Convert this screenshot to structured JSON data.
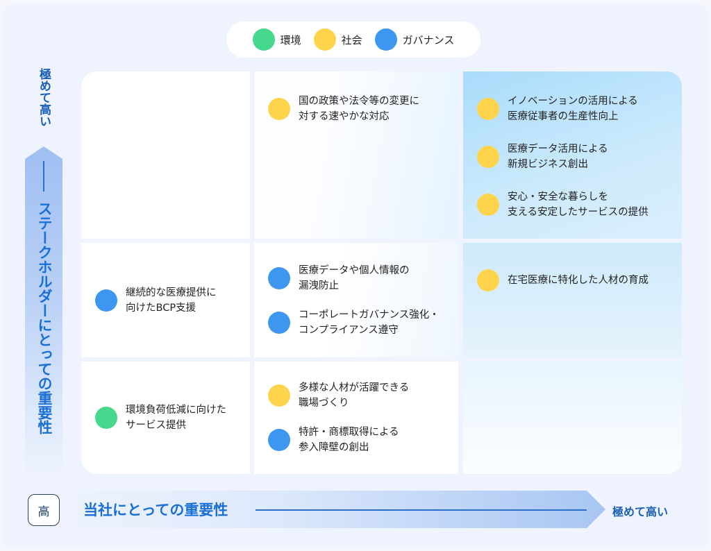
{
  "legend": {
    "items": [
      {
        "key": "env",
        "label": "環境",
        "color": "#46d88c"
      },
      {
        "key": "soc",
        "label": "社会",
        "color": "#ffd44d"
      },
      {
        "key": "gov",
        "label": "ガバナンス",
        "color": "#3d96f0"
      }
    ]
  },
  "y_axis": {
    "top_label": "極めて高い",
    "title": "ステークホルダーにとっての重要性"
  },
  "x_axis": {
    "start_label": "高",
    "title": "当社にとっての重要性",
    "end_label": "極めて高い"
  },
  "matrix": {
    "rows": 3,
    "cols": 3,
    "cells": {
      "r0c0": [],
      "r0c1": [
        {
          "category": "社会",
          "text": "国の政策や法令等の変更に\n対する速やかな対応"
        }
      ],
      "r0c2": [
        {
          "category": "社会",
          "text": "イノベーションの活用による\n医療従事者の生産性向上"
        },
        {
          "category": "社会",
          "text": "医療データ活用による\n新規ビジネス創出"
        },
        {
          "category": "社会",
          "text": "安心・安全な暮らしを\n支える安定したサービスの提供"
        }
      ],
      "r1c0": [
        {
          "category": "ガバナンス",
          "text": "継続的な医療提供に\n向けたBCP支援"
        }
      ],
      "r1c1": [
        {
          "category": "ガバナンス",
          "text": "医療データや個人情報の\n漏洩防止"
        },
        {
          "category": "ガバナンス",
          "text": "コーポレートガバナンス強化・\nコンプライアンス遵守"
        }
      ],
      "r1c2": [
        {
          "category": "社会",
          "text": "在宅医療に特化した人材の育成"
        }
      ],
      "r2c0": [
        {
          "category": "環境",
          "text": "環境負荷低減に向けた\nサービス提供"
        }
      ],
      "r2c1": [
        {
          "category": "社会",
          "text": "多様な人材が活躍できる\n職場づくり"
        },
        {
          "category": "ガバナンス",
          "text": "特許・商標取得による\n参入障壁の創出"
        }
      ],
      "r2c2": []
    }
  }
}
